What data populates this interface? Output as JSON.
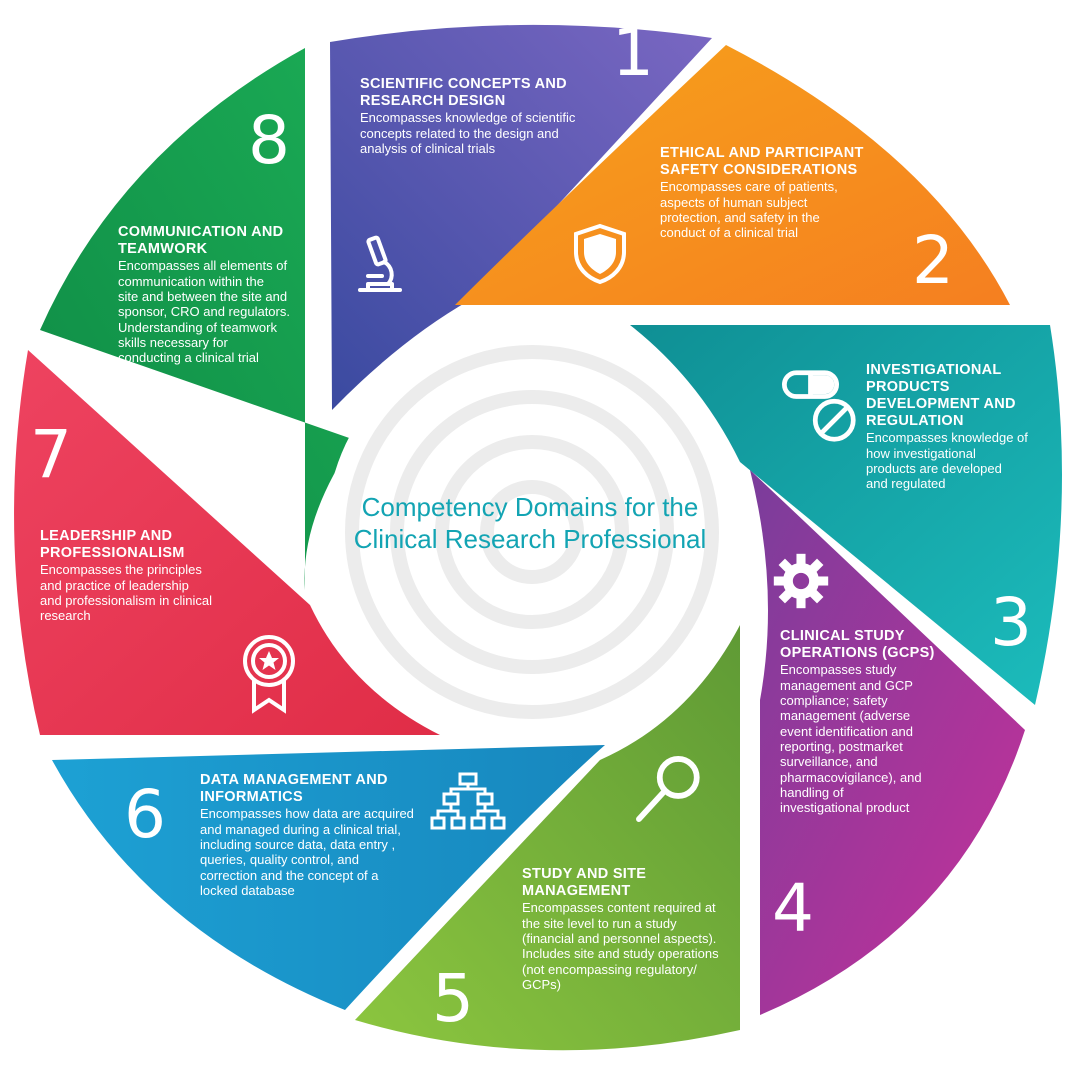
{
  "center_title": {
    "line1": "Competency Domains for the",
    "line2": "Clinical Research Professional"
  },
  "colors": {
    "domain1": "#5a4fa6",
    "domain2": "#f7931e",
    "domain3": "#15a7a6",
    "domain4": "#a0389b",
    "domain5": "#7bb135",
    "domain6": "#1a9fcf",
    "domain7": "#e6364f",
    "domain8": "#149a4b",
    "center_title": "#13a4b3"
  },
  "domains": [
    {
      "number": "1",
      "title_line1": "SCIENTIFIC CONCEPTS  AND",
      "title_line2": "RESEARCH DESIGN",
      "desc": [
        "Encompasses knowledge of scientific",
        "concepts related to the design and",
        "analysis of clinical trials"
      ],
      "icon": "microscope-icon"
    },
    {
      "number": "2",
      "title_line1": "ETHICAL AND  PARTICIPANT",
      "title_line2": "SAFETY CONSIDERATIONS",
      "desc": [
        "Encompasses care of patients,",
        "aspects of human subject",
        "protection, and safety in the",
        "conduct of a clinical trial"
      ],
      "icon": "shield-icon"
    },
    {
      "number": "3",
      "title_lines": [
        "INVESTIGATIONAL",
        "PRODUCTS",
        "DEVELOPMENT AND",
        "REGULATION"
      ],
      "desc": [
        "Encompasses knowledge of",
        "how investigational",
        "products are developed",
        "and regulated"
      ],
      "icon": "pills-icon"
    },
    {
      "number": "4",
      "title_line1": "CLINICAL STUDY",
      "title_line2": "OPERATIONS (GCPs)",
      "desc": [
        "Encompasses study",
        "management  and GCP",
        "compliance; safety",
        "management (adverse",
        "event identification and",
        "reporting, postmarket",
        "surveillance, and",
        "pharmacovigilance), and",
        "handling of",
        "investigational product"
      ],
      "icon": "gear-icon"
    },
    {
      "number": "5",
      "title_line1": "STUDY AND SITE",
      "title_line2": "MANAGEMENT",
      "desc": [
        "Encompasses content required at",
        "the site level to run a study",
        "(financial and personnel aspects).",
        "Includes site and study operations",
        "(not encompassing regulatory/",
        "GCPs)"
      ],
      "icon": "magnifier-icon"
    },
    {
      "number": "6",
      "title_line1": "DATA MANAGEMENT  AND",
      "title_line2": "INFORMATICS",
      "desc": [
        "Encompasses how data are acquired",
        "and managed during a clinical trial,",
        "including source data, data entry ,",
        "queries, quality control, and",
        "correction and the concept of a",
        "locked database"
      ],
      "icon": "flowchart-icon"
    },
    {
      "number": "7",
      "title_line1": "LEADERSHIP AND",
      "title_line2": "PROFESSIONALISM",
      "desc": [
        "Encompasses the principles",
        "and practice of leadership",
        "and professionalism in clinical",
        "research"
      ],
      "icon": "award-ribbon-icon"
    },
    {
      "number": "8",
      "title_line1": "COMMUNICATION  AND",
      "title_line2": "TEAMWORK",
      "desc": [
        "Encompasses all elements of",
        "communication within the",
        "site and between the site and",
        "sponsor, CRO and regulators.",
        "Understanding of teamwork",
        "skills necessary for",
        "conducting a clinical trial"
      ],
      "icon": "cycle-arrows-icon"
    }
  ]
}
